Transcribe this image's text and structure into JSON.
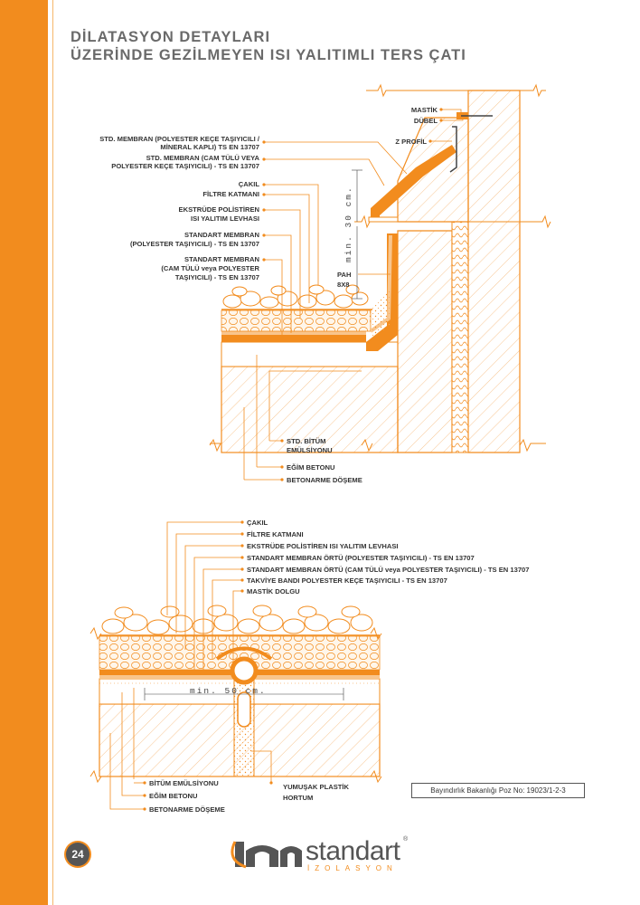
{
  "header": {
    "title_line1": "DİLATASYON DETAYLARI",
    "title_line2": "ÜZERİNDE GEZİLMEYEN ISI YALITIMLI TERS ÇATI"
  },
  "diagram1": {
    "labels_left": [
      "STD. MEMBRAN (POLYESTER KEÇE TAŞIYICILI /",
      "MİNERAL KAPLI) TS EN 13707",
      "STD. MEMBRAN (CAM TÜLÜ VEYA",
      "POLYESTER KEÇE TAŞIYICILI) - TS EN 13707",
      "ÇAKIL",
      "FİLTRE KATMANI",
      "EKSTRÜDE POLİSTİREN",
      "ISI YALITIM LEVHASI",
      "STANDART MEMBRAN",
      "(POLYESTER TAŞIYICILI) - TS EN 13707",
      "STANDART MEMBRAN",
      "(CAM TÜLÜ veya POLYESTER",
      "TAŞIYICILI) - TS EN 13707"
    ],
    "labels_right": [
      "MASTİK",
      "DÜBEL",
      "Z PROFİL"
    ],
    "pah": [
      "PAH",
      "8X8"
    ],
    "dimension": "min. 30 cm.",
    "labels_bottom": [
      "STD. BİTÜM",
      "EMÜLSİYONU",
      "EĞİM BETONU",
      "BETONARME DÖŞEME"
    ]
  },
  "diagram2": {
    "labels_top": [
      "ÇAKIL",
      "FİLTRE KATMANI",
      "EKSTRÜDE POLİSTİREN ISI YALITIM LEVHASI",
      "STANDART MEMBRAN ÖRTÜ (POLYESTER TAŞIYICILI) - TS EN 13707",
      "STANDART MEMBRAN ÖRTÜ (CAM TÜLÜ veya POLYESTER TAŞIYICILI) - TS EN 13707",
      "TAKVİYE BANDI POLYESTER KEÇE TAŞIYICILI  - TS EN 13707",
      "MASTİK DOLGU"
    ],
    "dimension": "min. 50 cm.",
    "labels_bottom_left": [
      "BİTÜM EMÜLSİYONU",
      "EĞİM BETONU",
      "BETONARME DÖŞEME"
    ],
    "labels_bottom_right": [
      "YUMUŞAK PLASTİK",
      "HORTUM"
    ]
  },
  "reference": "Bayındırlık Bakanlığı Poz No: 19023/1-2-3",
  "page_number": "24",
  "logo": {
    "name": "standart",
    "subtitle": "İZOLASYON",
    "brand_color": "#f28c1e"
  },
  "colors": {
    "line": "#f28c1e",
    "hatch": "#f4a45a",
    "text": "#333333"
  }
}
